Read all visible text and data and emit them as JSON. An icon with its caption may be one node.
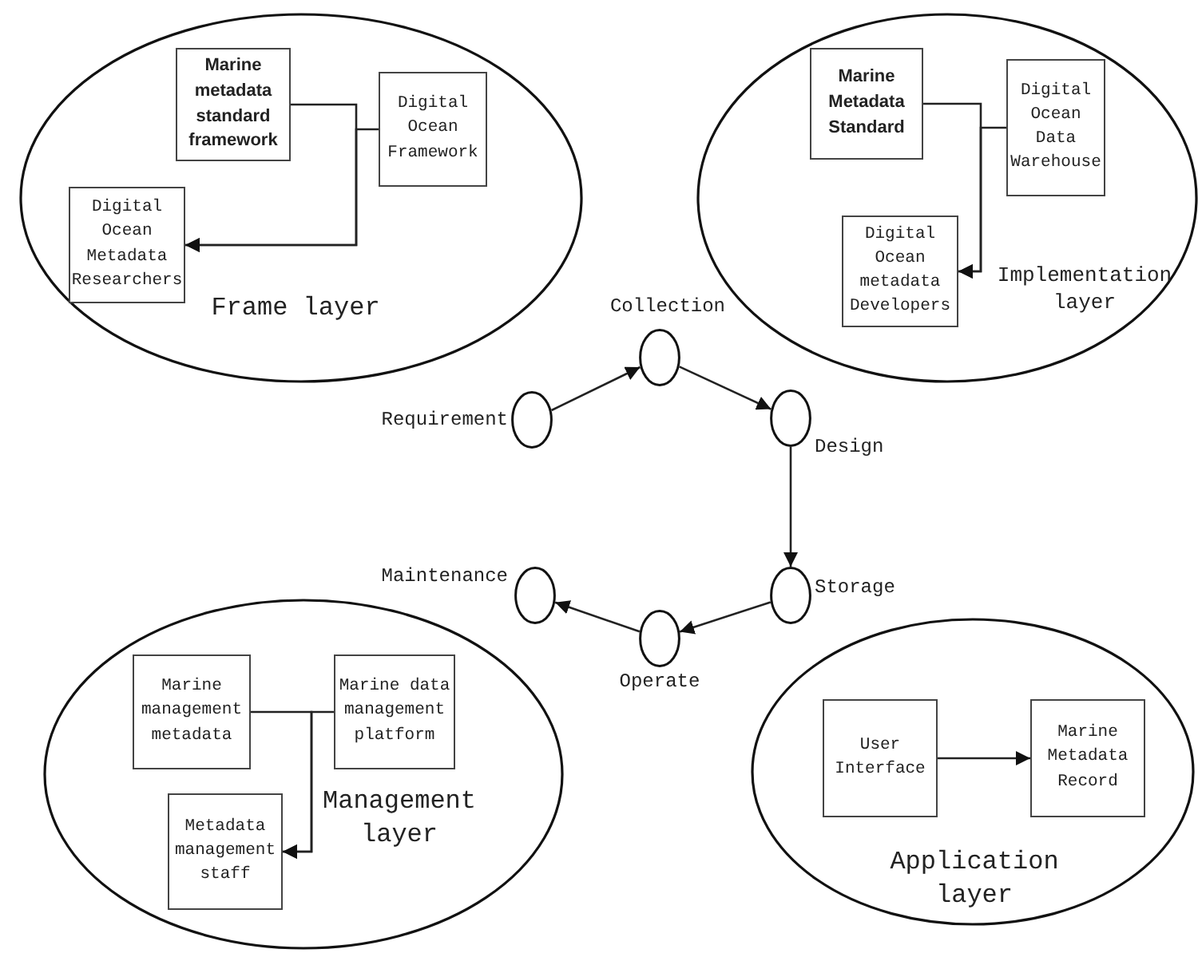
{
  "diagram": {
    "nodes": [
      {
        "text": [
          "Frame layer"
        ]
      },
      {
        "text": [
          "Marine metadata standard framework"
        ],
        "in": 0
      },
      {
        "text": [
          "Digital Ocean Framework"
        ],
        "in": 0
      },
      {
        "text": [
          "Digital Ocean Metadata Researchers"
        ],
        "in": 0
      },
      {
        "text": [
          "Implementation layer"
        ]
      },
      {
        "text": [
          "Marine Metadata Standard"
        ],
        "in": 4
      },
      {
        "text": [
          "Digital Ocean Data Warehouse"
        ],
        "in": 4
      },
      {
        "text": [
          "Digital Ocean metadata Developers"
        ],
        "in": 4
      },
      {
        "text": [],
        "shape": "circle",
        "beside": [
          "Requirement"
        ]
      },
      {
        "text": [],
        "shape": "circle",
        "beside": [
          "Collection"
        ]
      },
      {
        "text": [],
        "shape": "circle",
        "beside": [
          "Design"
        ]
      },
      {
        "text": [],
        "shape": "circle",
        "beside": [
          "Storage"
        ]
      },
      {
        "text": [],
        "shape": "circle",
        "beside": [
          "Operate"
        ]
      },
      {
        "text": [],
        "shape": "circle",
        "beside": [
          "Maintenance"
        ]
      },
      {
        "text": [
          "Management layer"
        ]
      },
      {
        "text": [
          "Marine management metadata"
        ],
        "in": 14
      },
      {
        "text": [
          "Marine data management platform"
        ],
        "in": 14
      },
      {
        "text": [
          "Metadata management staff"
        ],
        "in": 14
      },
      {
        "text": [
          "Application layer"
        ]
      },
      {
        "text": [
          "User Interface"
        ],
        "in": 18
      },
      {
        "text": [
          "Marine Metadata Record"
        ],
        "in": 18
      }
    ],
    "edges": [
      {
        "from": 1,
        "to": 3,
        "arrow": "to"
      },
      {
        "from": 2,
        "to": 3,
        "arrow": "to"
      },
      {
        "from": 5,
        "to": 7,
        "arrow": "to"
      },
      {
        "from": 6,
        "to": 7,
        "arrow": "to"
      },
      {
        "from": 8,
        "to": 9,
        "arrow": "to"
      },
      {
        "from": 9,
        "to": 10,
        "arrow": "to"
      },
      {
        "from": 10,
        "to": 11,
        "arrow": "to"
      },
      {
        "from": 11,
        "to": 12,
        "arrow": "to"
      },
      {
        "from": 12,
        "to": 13,
        "arrow": "to"
      },
      {
        "from": 15,
        "to": 17,
        "arrow": "to"
      },
      {
        "from": 16,
        "to": 17,
        "arrow": "to"
      },
      {
        "from": 19,
        "to": 20,
        "arrow": "to"
      }
    ]
  }
}
